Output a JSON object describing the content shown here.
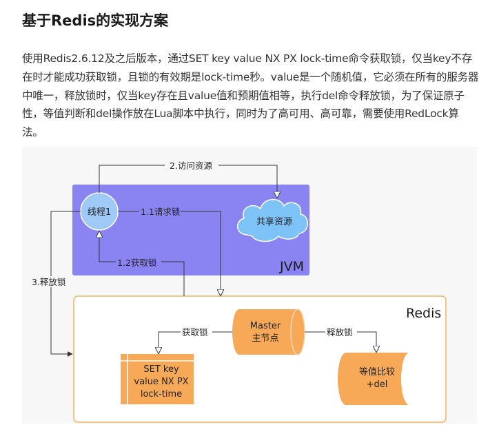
{
  "heading": "基于Redis的实现方案",
  "paragraph": "使用Redis2.6.12及之后版本，通过SET key value NX PX lock-time命令获取锁，仅当key不存在时才能成功获取锁，且锁的有效期是lock-time秒。value是一个随机值，它必须在所有的服务器中唯一，释放锁时，仅当key存在且value值和预期值相等，执行del命令释放锁，为了保证原子性，等值判断和del操作放在Lua脚本中执行，同时为了高可用、高可靠，需要使用RedLock算法。",
  "diagram": {
    "jvm_label": "JVM",
    "redis_label": "Redis",
    "thread_label": "线程1",
    "shared_resource_label": "共享资源",
    "access_label": "2.访问资源",
    "request_lock_label": "1.1请求锁",
    "acquire_lock_label": "1.2获取锁",
    "release_label": "3.释放锁",
    "master_line1": "Master",
    "master_line2": "主节点",
    "get_lock_label": "获取锁",
    "free_lock_label": "释放锁",
    "set_cmd_line1": "SET key",
    "set_cmd_line2": "value NX PX",
    "set_cmd_line3": "lock-time",
    "compare_line1": "等值比较",
    "compare_line2": "+del",
    "colors": {
      "jvm_fill": "#8a83f2",
      "thread_fill": "#9fc9f7",
      "cloud_fill": "#7ec3f7",
      "redis_border": "#f2b35e",
      "orange": "#f7a957"
    }
  }
}
